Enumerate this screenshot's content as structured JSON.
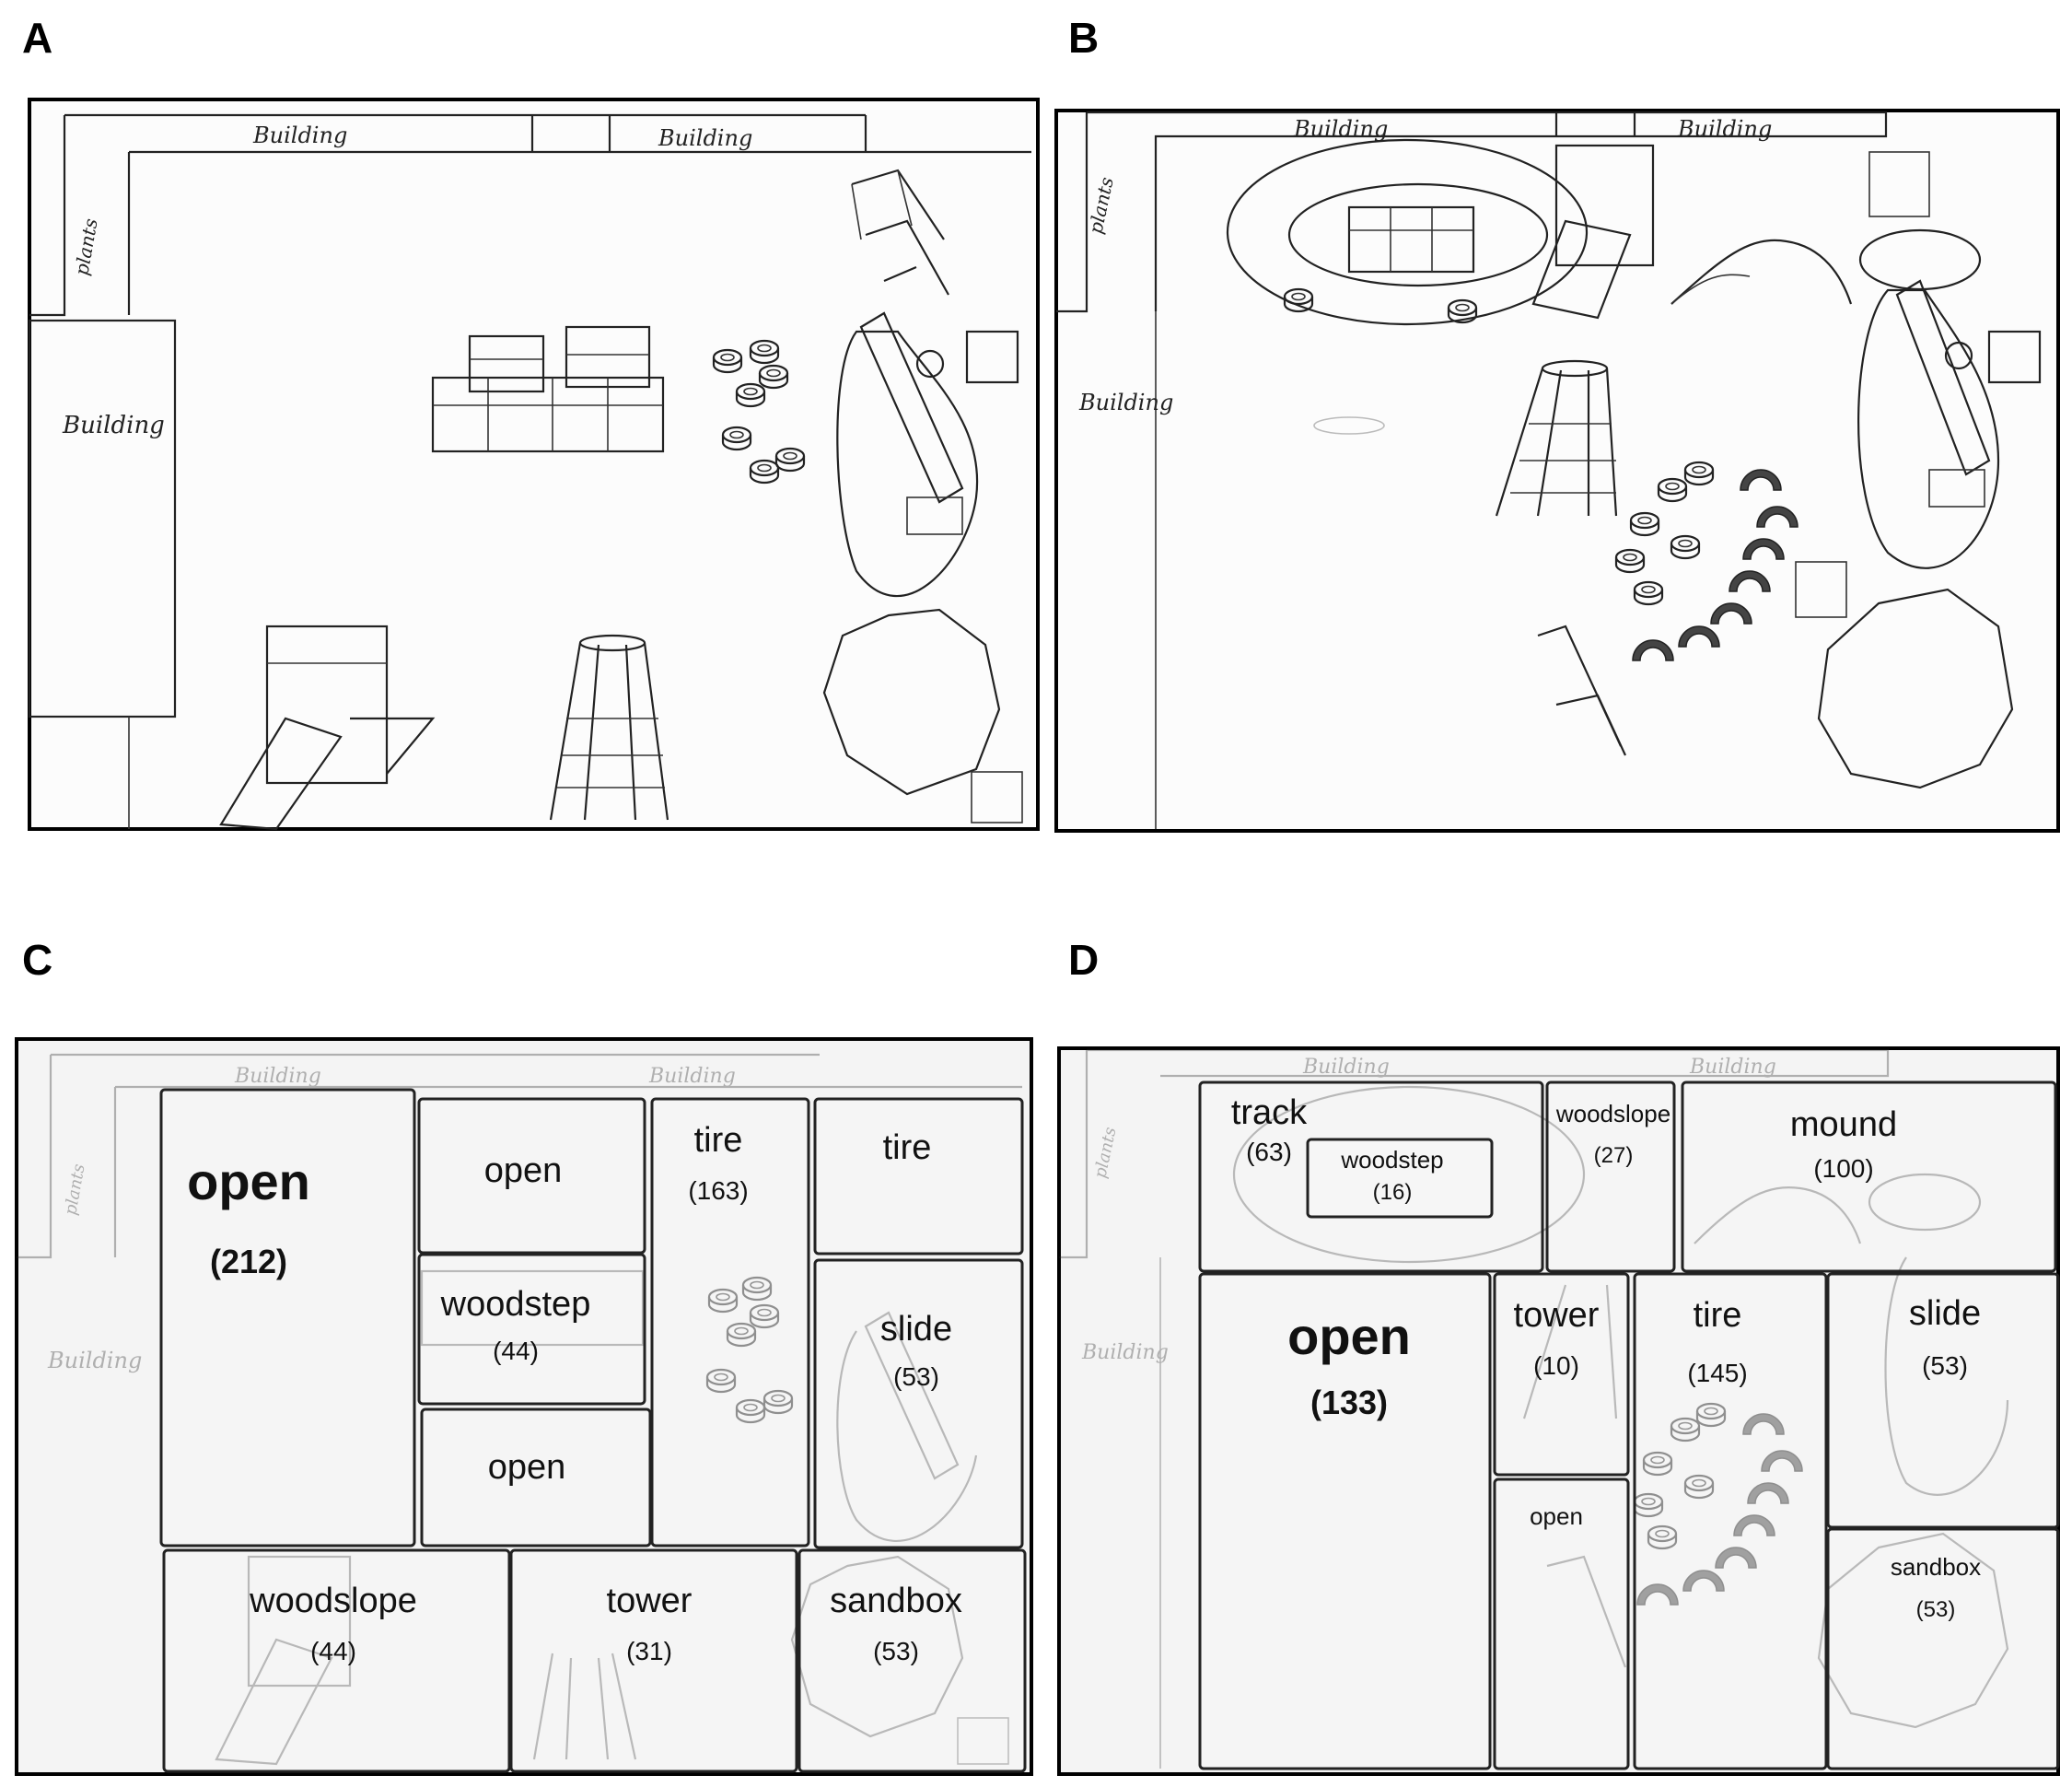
{
  "panels": [
    {
      "letter": "A"
    },
    {
      "letter": "B"
    },
    {
      "letter": "C"
    },
    {
      "letter": "D"
    }
  ],
  "sketch_text": {
    "building": "Building",
    "plants": "plants"
  },
  "map_c": {
    "zones": [
      {
        "id": "c-open-212",
        "name": "open",
        "count": "(212)",
        "size": "big"
      },
      {
        "id": "c-open-top",
        "name": "open",
        "count": "",
        "size": "mid"
      },
      {
        "id": "c-woodstep",
        "name": "woodstep",
        "count": "(44)",
        "size": "mid"
      },
      {
        "id": "c-open-mid",
        "name": "open",
        "count": "",
        "size": "mid"
      },
      {
        "id": "c-tire-163",
        "name": "tire",
        "count": "(163)",
        "size": "mid"
      },
      {
        "id": "c-tire-top",
        "name": "tire",
        "count": "",
        "size": "mid"
      },
      {
        "id": "c-slide",
        "name": "slide",
        "count": "(53)",
        "size": "mid"
      },
      {
        "id": "c-woodslope",
        "name": "woodslope",
        "count": "(44)",
        "size": "mid"
      },
      {
        "id": "c-tower",
        "name": "tower",
        "count": "(31)",
        "size": "mid"
      },
      {
        "id": "c-sandbox",
        "name": "sandbox",
        "count": "(53)",
        "size": "mid"
      }
    ]
  },
  "map_d": {
    "zones": [
      {
        "id": "d-track",
        "name": "track",
        "count": "(63)",
        "size": "mid"
      },
      {
        "id": "d-woodstep",
        "name": "woodstep",
        "count": "(16)",
        "size": "small"
      },
      {
        "id": "d-woodslope",
        "name": "woodslope",
        "count": "(27)",
        "size": "small"
      },
      {
        "id": "d-mound",
        "name": "mound",
        "count": "(100)",
        "size": "mid"
      },
      {
        "id": "d-open-133",
        "name": "open",
        "count": "(133)",
        "size": "big"
      },
      {
        "id": "d-tower",
        "name": "tower",
        "count": "(10)",
        "size": "mid"
      },
      {
        "id": "d-tire",
        "name": "tire",
        "count": "(145)",
        "size": "mid"
      },
      {
        "id": "d-slide",
        "name": "slide",
        "count": "(53)",
        "size": "mid"
      },
      {
        "id": "d-open-small",
        "name": "open",
        "count": "",
        "size": "small"
      },
      {
        "id": "d-sandbox",
        "name": "sandbox",
        "count": "(53)",
        "size": "small"
      }
    ]
  }
}
